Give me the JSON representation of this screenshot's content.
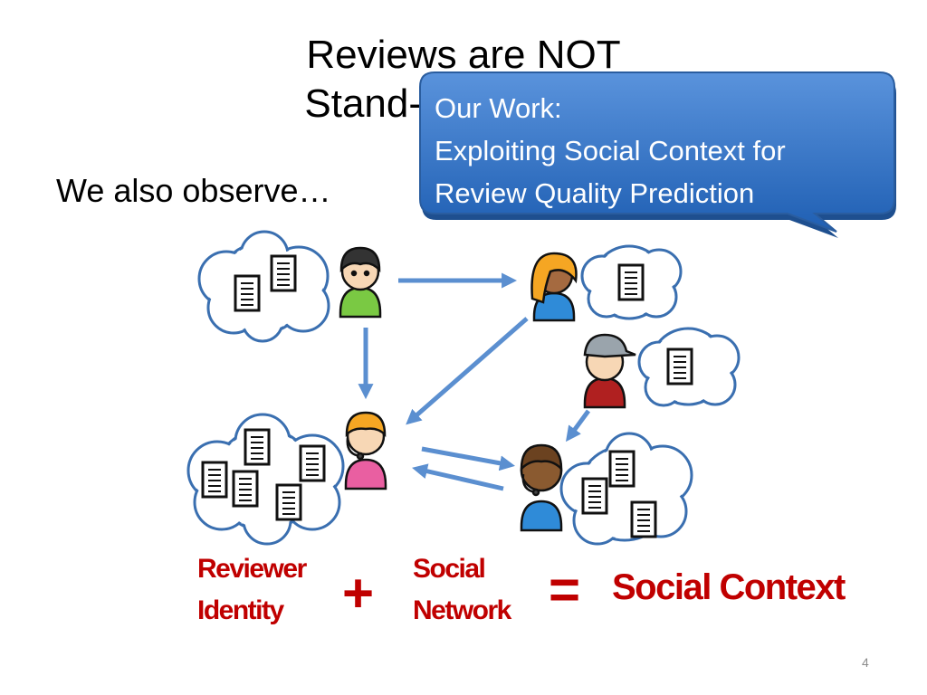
{
  "title": {
    "line1": "Reviews are NOT",
    "line2": "Stand-Alo"
  },
  "subheading": "We also observe…",
  "callout": {
    "heading": "Our Work:",
    "line1": "Exploiting Social Context for",
    "line2": "Review Quality Prediction",
    "color": "#3f7fd0"
  },
  "equation": {
    "term1_line1": "Reviewer",
    "term1_line2": "Identity",
    "plus": "+",
    "term2_line1": "Social",
    "term2_line2": "Network",
    "equals": "=",
    "result": "Social Context",
    "color": "#c00000"
  },
  "diagram": {
    "arrow_color": "#5b8fd0",
    "cloud_outline_color": "#3a6fb0",
    "icons": [
      "person-icon",
      "document-icon",
      "thought-cloud",
      "arrow"
    ]
  },
  "page_number": "4"
}
